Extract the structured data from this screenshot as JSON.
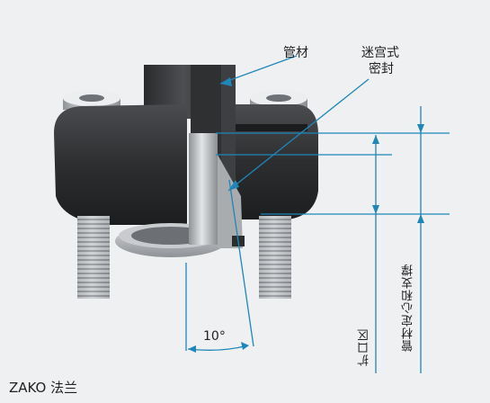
{
  "labels": {
    "pipe": "管材",
    "labyrinth_seal_line1": "迷宫式",
    "labyrinth_seal_line2": "密封",
    "flare_zone": "扩口区",
    "pipe_centering_support": "管材定心和支撑",
    "angle": "10°"
  },
  "caption": "ZAKO 法兰",
  "colors": {
    "background": "#eef0f1",
    "annotation_line": "#1f86b8",
    "flange_body": "#2b2d2f",
    "bolt_steel": "#b9bcbf",
    "pipe_dark": "#3a3c3e"
  }
}
